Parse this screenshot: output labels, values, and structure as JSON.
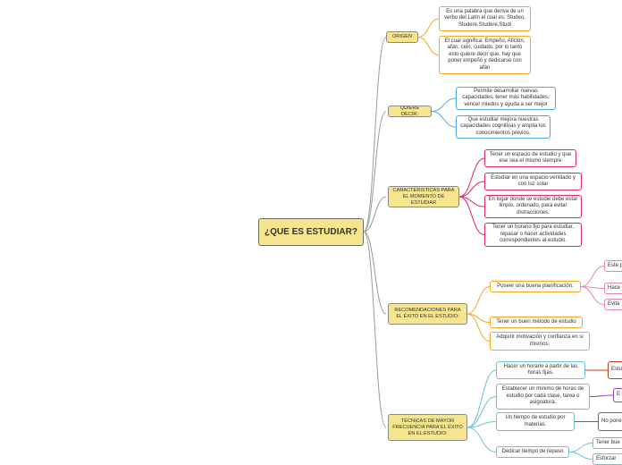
{
  "central": "¿QUE ES ESTUDIAR?",
  "branches": [
    {
      "id": "origen",
      "label": "ORIGEN",
      "children": [
        "Es una palabra que deriva de un verbo del Latín el cual es: Studeo, Studere,Studere,Studi",
        "El cual significa: Empeño, Afición, afán, celo, cuidado, por lo tanto esto quiere decir que, hay que poner empeño y dedicarse con afán"
      ]
    },
    {
      "id": "quiere-decir",
      "label": "QUIERE DECIR:",
      "children": [
        "Permite desarrollar nuevas capacidades, tener más habilidades, vencer miedos y ayuda a ser mejor",
        "Que estudiar mejora nuestras capacidades cognitivas y amplia los conocimientos previos."
      ]
    },
    {
      "id": "caracteristicas",
      "label": "CARACTERISTICAS PARA EL MOMENTO DE ESTUDIAR",
      "children": [
        "Tener un espacio de estudio y que ese sea el mismo siempre",
        "Estudiar en una espacio ventilado y con luz solar",
        "En lugar donde se estudie debe estar limpio, ordenado, para evitar distracciones.",
        "Tener un horario fijo para estudiar, repasar o hacer actividades correspondientes al estudio."
      ]
    },
    {
      "id": "recomendaciones",
      "label": "RECOMENDACIONES PARA EL ÉXITO EN EL ESTUDIO:",
      "children": [
        "Poseer una buena planificación.",
        "Tener un buen método de estudio",
        "Adquirir motivación y confianza en si mismos."
      ],
      "grandchildren": [
        "Este p",
        "Hace e",
        "Evita"
      ]
    },
    {
      "id": "tecnicas",
      "label": "TÉCNICAS DE MAYOR FRECUENCIA PARA EL ÉXITO EN EL ESTUDIO:",
      "children": [
        "Hacer un horario a partir de las horas fijas.",
        "Establecer un mínimo de horas de estudio por cada clase, tarea o asignatura.",
        "Un tiempo de estudio por materias.",
        "Dedicar tiempo de repaso"
      ],
      "grandchildren": [
        "Estu",
        "E",
        "No pone",
        "Tener bue",
        "Esforzar"
      ]
    }
  ]
}
